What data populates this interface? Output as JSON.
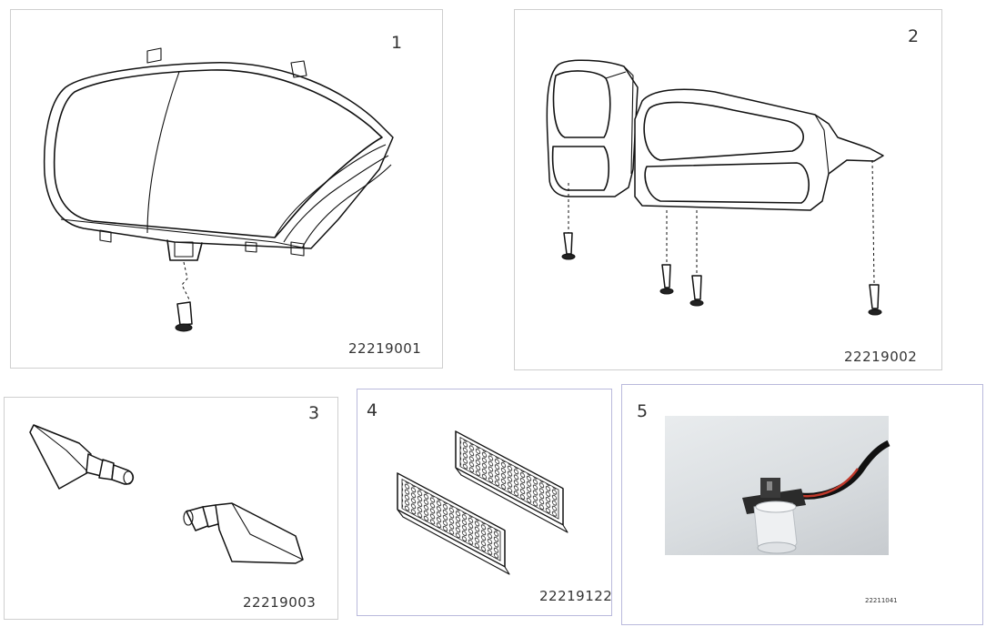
{
  "panels": [
    {
      "number": "1",
      "part_number": "22219001",
      "icon": "headlight-assembly-drawing"
    },
    {
      "number": "2",
      "part_number": "22219002",
      "icon": "twin-headlight-housing-drawing"
    },
    {
      "number": "3",
      "part_number": "22219003",
      "icon": "turn-signal-pair-drawing"
    },
    {
      "number": "4",
      "part_number": "22219122",
      "icon": "reflector-pair-drawing"
    },
    {
      "number": "5",
      "part_number": "22211041",
      "icon": "led-module-photo"
    }
  ]
}
